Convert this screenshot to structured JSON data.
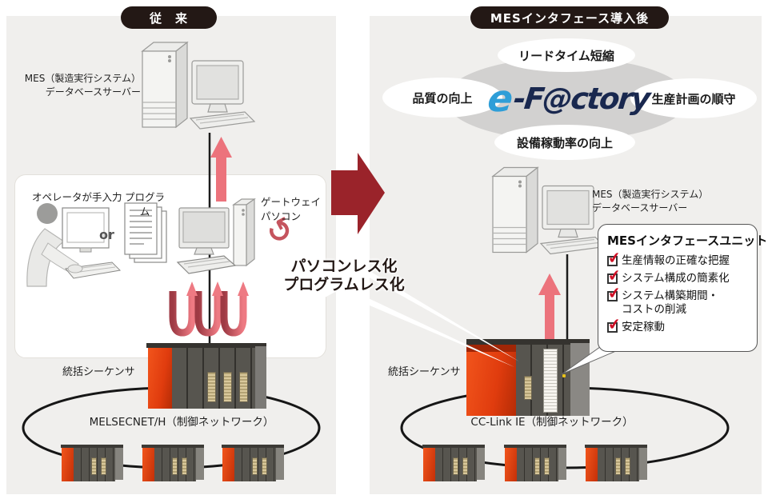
{
  "headers": {
    "left": "従　来",
    "right": "MESインタフェース導入後"
  },
  "left_panel": {
    "server_label": {
      "line1": "MES（製造実行システム）",
      "line2": "データベースサーバー"
    },
    "box": {
      "operator": "オペレータが手入力",
      "program": "プログラム",
      "or": "or",
      "gateway": {
        "line1": "ゲートウェイ",
        "line2": "パソコン"
      }
    },
    "sequencer_label": "統括シーケンサ",
    "network_label": "MELSECNET/H（制御ネットワーク）"
  },
  "center": {
    "pcless": {
      "line1": "パソコンレス化",
      "line2": "プログラムレス化"
    }
  },
  "right_panel": {
    "benefits": {
      "top": "リードタイム短縮",
      "left": "品質の向上",
      "right": "生産計画の順守",
      "bottom": "設備稼動率の向上"
    },
    "logo": {
      "e": "e",
      "rest": "-F@ctory"
    },
    "server_label": {
      "line1": "MES（製造実行システム）",
      "line2": "データベースサーバー"
    },
    "callout": {
      "title": "MESインタフェースユニット",
      "items": [
        "生産情報の正確な把握",
        "システム構成の簡素化",
        "システム構築期間・\nコストの削減",
        "安定稼動"
      ]
    },
    "sequencer_label": "統括シーケンサ",
    "network_label": "CC-Link IE（制御ネットワーク）"
  },
  "icons": {
    "check": "✔",
    "reload": "↺"
  },
  "colors": {
    "panel_bg": "#f0efed",
    "header_pill": "#231815",
    "big_arrow_red": "#9a232a",
    "pink_arrow": "#ec737c",
    "dark_red": "#9e3a44",
    "check_red": "#cf1126",
    "logo_blue": "#2e9ed8",
    "logo_navy": "#19284f",
    "plc_orange": "#e8430f"
  }
}
